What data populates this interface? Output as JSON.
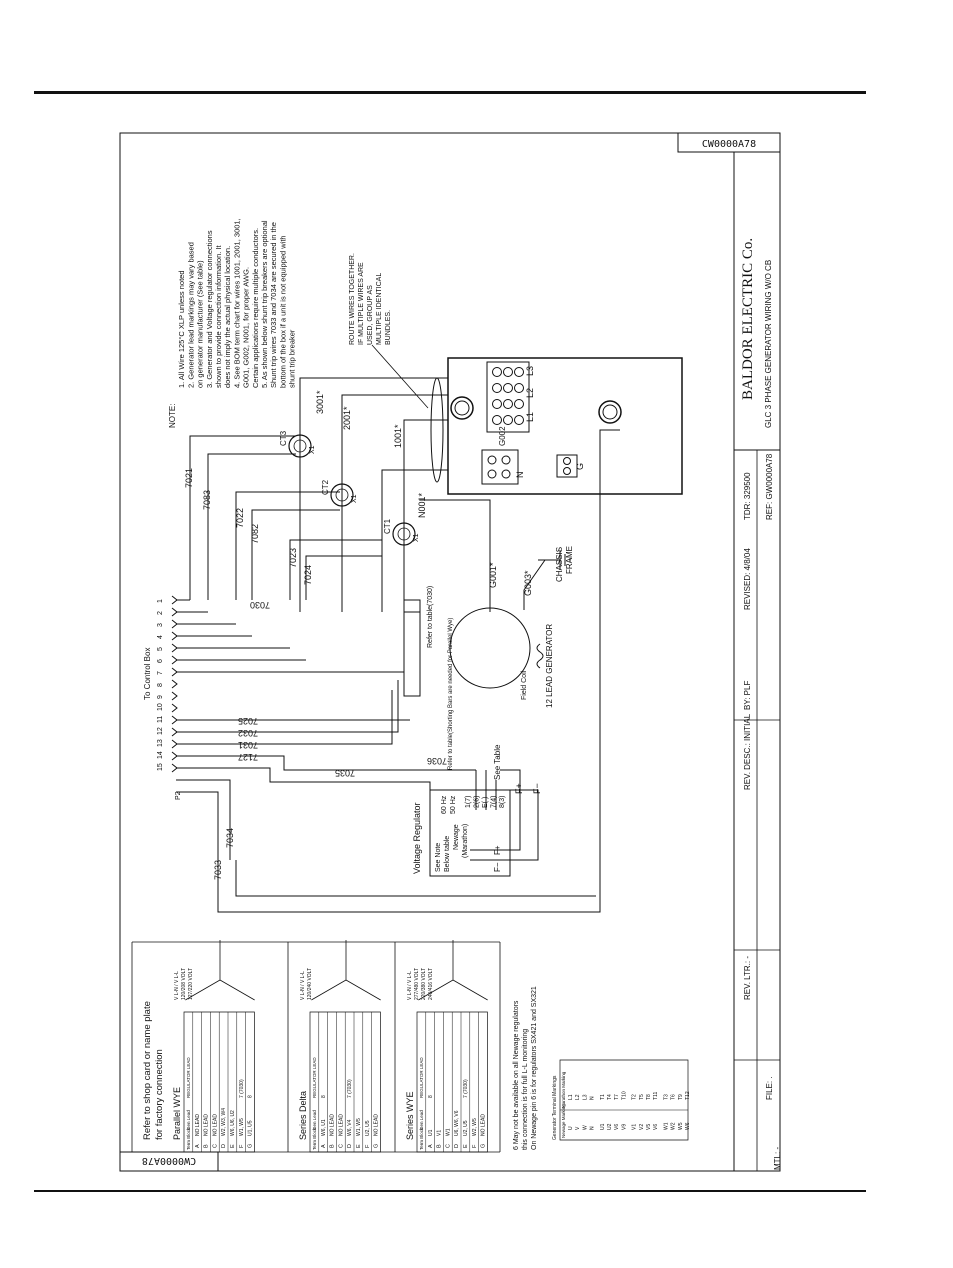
{
  "drawing": {
    "number": "CW0000A78",
    "company": "BALDOR ELECTRIC Co.",
    "title": "GLC 3 PHASE GENERATOR WIRING W/O CB"
  },
  "title_block": {
    "rev_desc": "REV. DESC.: INITIAL",
    "rev_ltr": "REV. LTR.: -",
    "by": "BY: PLF",
    "revised": "REVISED: 4/8/04",
    "tdr": "TDR: 329500",
    "ref": "REF: GW0000A78",
    "file": "FILE: .",
    "mtl": "MTL: -"
  },
  "notes": {
    "header": "NOTE:",
    "items": [
      "1. All Wire 125°C XLP unless noted",
      "2. Generator lead markings may vary based",
      "on generator manufacturer (See table)",
      "3. Generator and Voltage regulator connections",
      "shown to provide connection information. It",
      "does not imply the actual physical location.",
      "4. See BOM term chart for wires 1001, 2001, 3001,",
      "G001, G002, N001, for proper AWG.",
      "Certain applications require multiple conductors.",
      "5. As shown below shunt trip breakers are optional",
      "Shunt trip wires 7033 and 7034 are secured in the",
      "bottom of the box if a unit is not equipped with",
      "shunt trip breaker"
    ]
  },
  "route_note": [
    "ROUTE WIRES TOGETHER.",
    "IF MULTIPLE WIRES ARE",
    "USED, GROUP AS",
    "MULTIPLE IDENTICAL",
    "BUNDLES."
  ],
  "labels": {
    "to_control_box": "To Control Box",
    "p2": "P2",
    "pins": [
      "1",
      "2",
      "3",
      "4",
      "5",
      "6",
      "7",
      "8",
      "9",
      "10",
      "11",
      "12",
      "13",
      "14",
      "15"
    ],
    "chassis": [
      "CHASSIS",
      "FRAME"
    ],
    "generator": "12 LEAD GENERATOR",
    "field_coil": "Field Coil",
    "see_table": "See Table",
    "refer_table_top": "Refer to table(7030)",
    "refer_table_bottom": "Refer to table(Shorting Bars are needed for Parallel Wye)",
    "vr_title": "Voltage Regulator",
    "vr_see_note": "See Note",
    "vr_below_table": "Below table",
    "vr_newage": "Newage",
    "vr_marathon": "(Marathon)",
    "vr_60hz": "60 Hz",
    "vr_50hz": "50 Hz",
    "vr_terms": [
      "1(7)",
      "2(6)",
      "E( )",
      "7(4)",
      "8(3)"
    ],
    "f_plus": "F+",
    "f_minus": "F−",
    "ct": [
      "CT1",
      "CT2",
      "CT3"
    ],
    "x1": "X1",
    "terminals": [
      "L1",
      "L2",
      "L3"
    ],
    "neutral": "N",
    "ground": "G"
  },
  "wires": [
    "7021",
    "7083",
    "7022",
    "7082",
    "7023",
    "7024",
    "7030",
    "7025",
    "7032",
    "7031",
    "7127",
    "7036",
    "7035",
    "7034",
    "7033",
    "3001*",
    "2001*",
    "1001*",
    "N001*",
    "G001*",
    "G003*",
    "G002"
  ],
  "connection_tables": {
    "intro": [
      "Refer to shop card or name plate",
      "for factory connection"
    ],
    "header": [
      "Term Block",
      "Gen Lead",
      "REGULATOR LEAD"
    ],
    "parallel_wye": {
      "title": "Parallel WYE",
      "rows": [
        [
          "A",
          "NO LEAD",
          ""
        ],
        [
          "B",
          "NO LEAD",
          ""
        ],
        [
          "C",
          "NO LEAD",
          ""
        ],
        [
          "D",
          "W2, W3, W4",
          ""
        ],
        [
          "E",
          "W6, U6, U2",
          ""
        ],
        [
          "F",
          "W1, W5",
          "7 (7030)"
        ],
        [
          "G",
          "U1, U5",
          "8"
        ]
      ],
      "voltages": [
        "V L-N / V L-L",
        "120/208 VOLT",
        "127/220 VOLT"
      ]
    },
    "series_delta": {
      "title": "Series Delta",
      "rows": [
        [
          "A",
          "W6, U1",
          "8"
        ],
        [
          "B",
          "NO LEAD",
          ""
        ],
        [
          "C",
          "NO LEAD",
          ""
        ],
        [
          "D",
          "W6, V4",
          "7 (7030)"
        ],
        [
          "E",
          "W1, W5",
          ""
        ],
        [
          "F",
          "U2, U5",
          ""
        ],
        [
          "G",
          "NO LEAD",
          ""
        ]
      ],
      "voltages": [
        "V L-N / V L-L",
        "120/240 VOLT"
      ]
    },
    "series_wye": {
      "title": "Series WYE",
      "rows": [
        [
          "A",
          "U1",
          "8"
        ],
        [
          "B",
          "V1",
          ""
        ],
        [
          "C",
          "W1",
          ""
        ],
        [
          "D",
          "U6, W6, V6",
          ""
        ],
        [
          "E",
          "U2, U5",
          "7 (7030)"
        ],
        [
          "F",
          "W2, W5",
          ""
        ],
        [
          "G",
          "NO LEAD",
          ""
        ]
      ],
      "voltages": [
        "V L-N / V L-L",
        "277/480 VOLT",
        "220/380 VOLT",
        "240/416 VOLT"
      ]
    },
    "footnote": [
      "6 May not be available on all Newage regulators",
      "this connection is for full L-L monitoring",
      "On Newage pin 6 is for regulators SX421 and SX321"
    ]
  },
  "marking_table": {
    "title": "Generator Terminal Markings",
    "headers": [
      "Newage Marking",
      "Marathon Marking"
    ],
    "rows": [
      [
        "U",
        "L1"
      ],
      [
        "V",
        "L2"
      ],
      [
        "W",
        "L3"
      ],
      [
        "N",
        "N"
      ],
      [
        "U1",
        "T1"
      ],
      [
        "U2",
        "T4"
      ],
      [
        "V6",
        "T7"
      ],
      [
        "V9",
        "T10"
      ],
      [
        "V1",
        "T2"
      ],
      [
        "V2",
        "T5"
      ],
      [
        "V5",
        "T8"
      ],
      [
        "V6",
        "T11"
      ],
      [
        "W1",
        "T3"
      ],
      [
        "W2",
        "T6"
      ],
      [
        "W5",
        "T9"
      ],
      [
        "W6",
        "T12"
      ]
    ]
  }
}
